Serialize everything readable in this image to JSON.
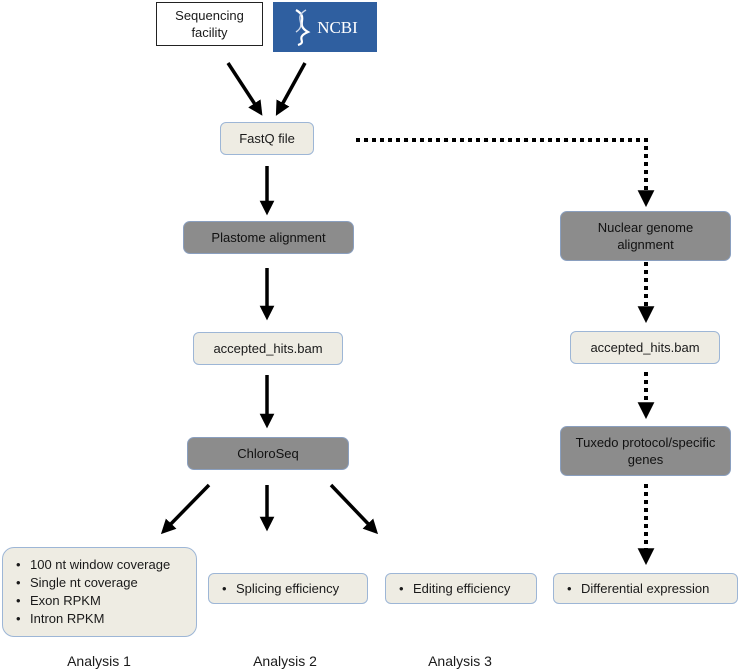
{
  "sources": {
    "facility": "Sequencing facility",
    "ncbi": "NCBI"
  },
  "fastq": "FastQ file",
  "left": {
    "alignment": "Plastome alignment",
    "bam": "accepted_hits.bam",
    "tool": "ChloroSeq"
  },
  "right": {
    "alignment": "Nuclear genome alignment",
    "bam": "accepted_hits.bam",
    "tool": "Tuxedo protocol/specific genes",
    "output": "Differential expression"
  },
  "analysis1": {
    "items": [
      "100 nt window coverage",
      "Single nt coverage",
      "Exon RPKM",
      "Intron RPKM"
    ],
    "label": "Analysis 1"
  },
  "analysis2": {
    "item": "Splicing efficiency",
    "label": "Analysis 2"
  },
  "analysis3": {
    "item": "Editing efficiency",
    "label": "Analysis 3"
  },
  "colors": {
    "cream_box": "#eeece3",
    "grey_box": "#8c8c8c",
    "box_border": "#9db6d6",
    "ncbi_blue": "#2f5fa0",
    "arrow": "#000000"
  },
  "icons": {
    "ncbi_logo": "dna-helix-icon"
  }
}
